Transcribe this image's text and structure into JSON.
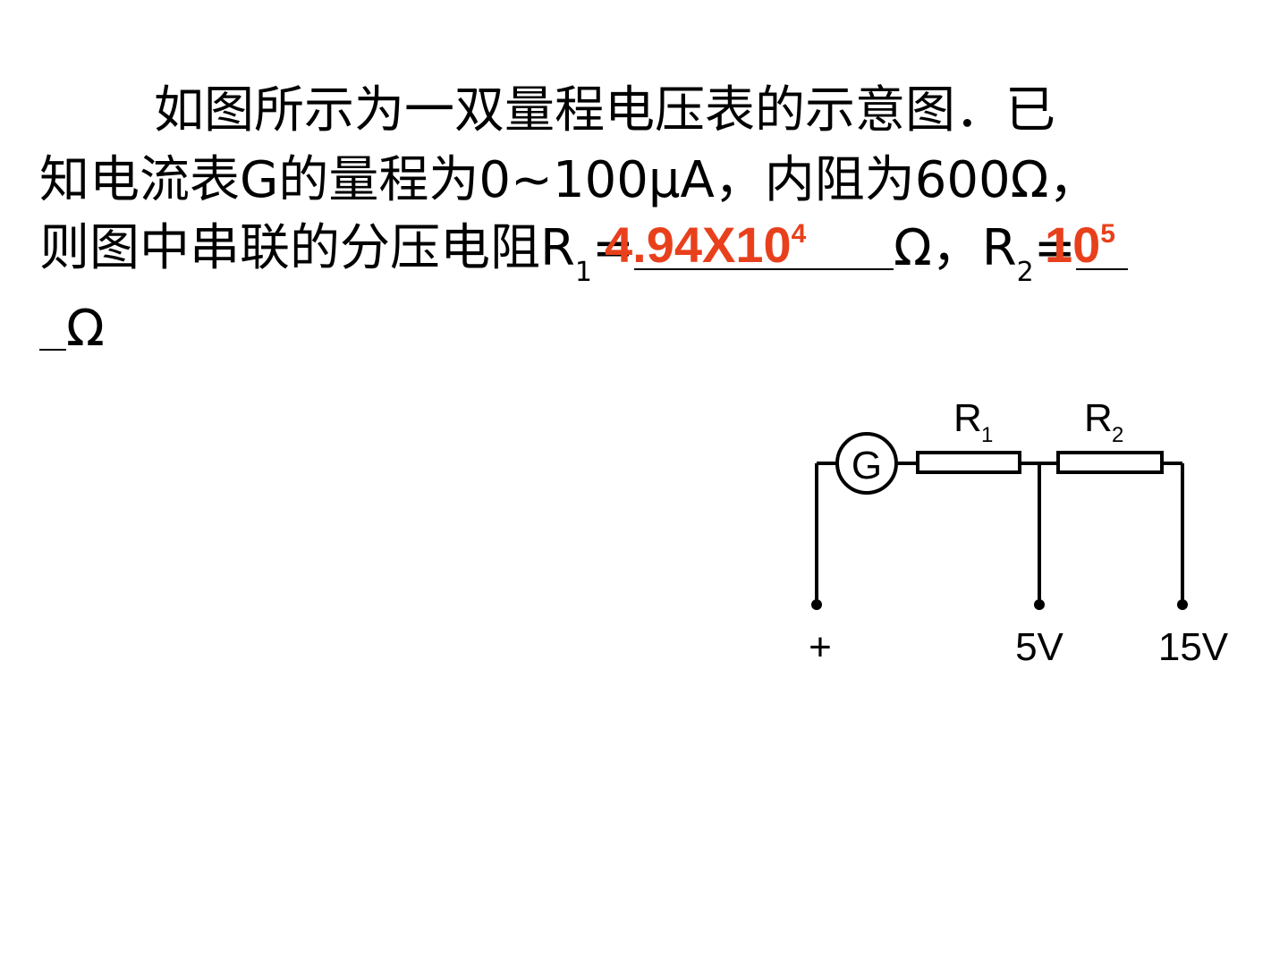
{
  "question": {
    "line1": "如图所示为一双量程电压表的示意图．已",
    "line2": "知电流表G的量程为0~100μA，内阻为600Ω，",
    "line3_prefix": "则图中串联的分压电阻",
    "r1_symbol": "R",
    "r1_sub": "1",
    "equals": "=",
    "ohm_comma": "Ω，",
    "r2_symbol": "R",
    "r2_sub": "2",
    "ohm": "Ω"
  },
  "answers": {
    "r1_mantissa": "4.94X10",
    "r1_exponent": "4",
    "r2_mantissa": "10",
    "r2_exponent": "5"
  },
  "circuit": {
    "galvanometer": "G",
    "r1_label": "R",
    "r1_sub": "1",
    "r2_label": "R",
    "r2_sub": "2",
    "terminal_plus": "+",
    "terminal_5v": "5V",
    "terminal_15v": "15V"
  },
  "colors": {
    "answer": "#e8401c",
    "text": "#000000"
  }
}
